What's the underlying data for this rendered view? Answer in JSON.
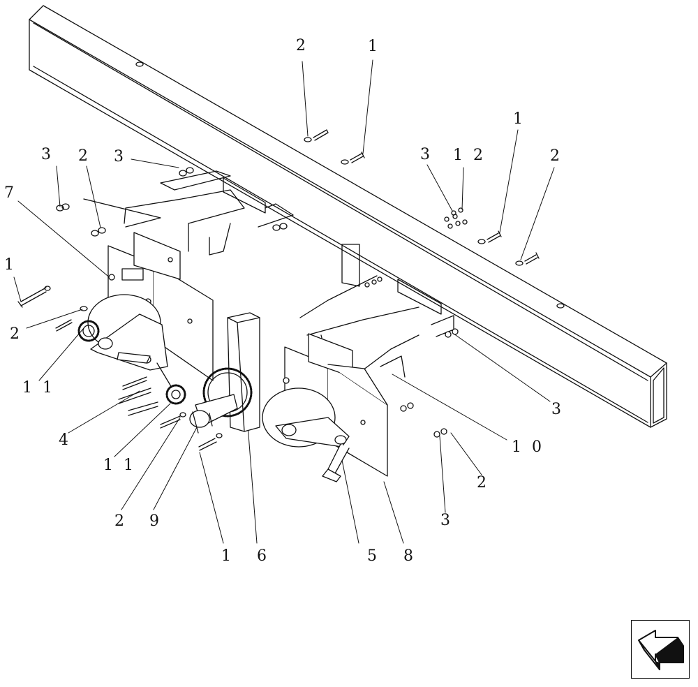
{
  "diagram": {
    "callouts": [
      {
        "id": "c1",
        "text": "2"
      },
      {
        "id": "c2",
        "text": "1"
      },
      {
        "id": "c3",
        "text": "1"
      },
      {
        "id": "c4",
        "text": "2"
      },
      {
        "id": "c5",
        "text": "3"
      },
      {
        "id": "c6",
        "text": "1 2"
      },
      {
        "id": "c7",
        "text": "3"
      },
      {
        "id": "c8",
        "text": "2"
      },
      {
        "id": "c9",
        "text": "3"
      },
      {
        "id": "c10",
        "text": "7"
      },
      {
        "id": "c11",
        "text": "1"
      },
      {
        "id": "c12",
        "text": "2"
      },
      {
        "id": "c13",
        "text": "1 1"
      },
      {
        "id": "c14",
        "text": "4"
      },
      {
        "id": "c15",
        "text": "1 1"
      },
      {
        "id": "c16",
        "text": "2"
      },
      {
        "id": "c17",
        "text": "9"
      },
      {
        "id": "c18",
        "text": "1"
      },
      {
        "id": "c19",
        "text": "6"
      },
      {
        "id": "c20",
        "text": "5"
      },
      {
        "id": "c21",
        "text": "8"
      },
      {
        "id": "c22",
        "text": "3"
      },
      {
        "id": "c23",
        "text": "2"
      },
      {
        "id": "c24",
        "text": "1 0"
      },
      {
        "id": "c25",
        "text": "3"
      }
    ],
    "colors": {
      "line": "#111111",
      "fill": "#ffffff",
      "navFill": "#111111"
    },
    "nav_icon": "arrow-navigation-icon"
  }
}
